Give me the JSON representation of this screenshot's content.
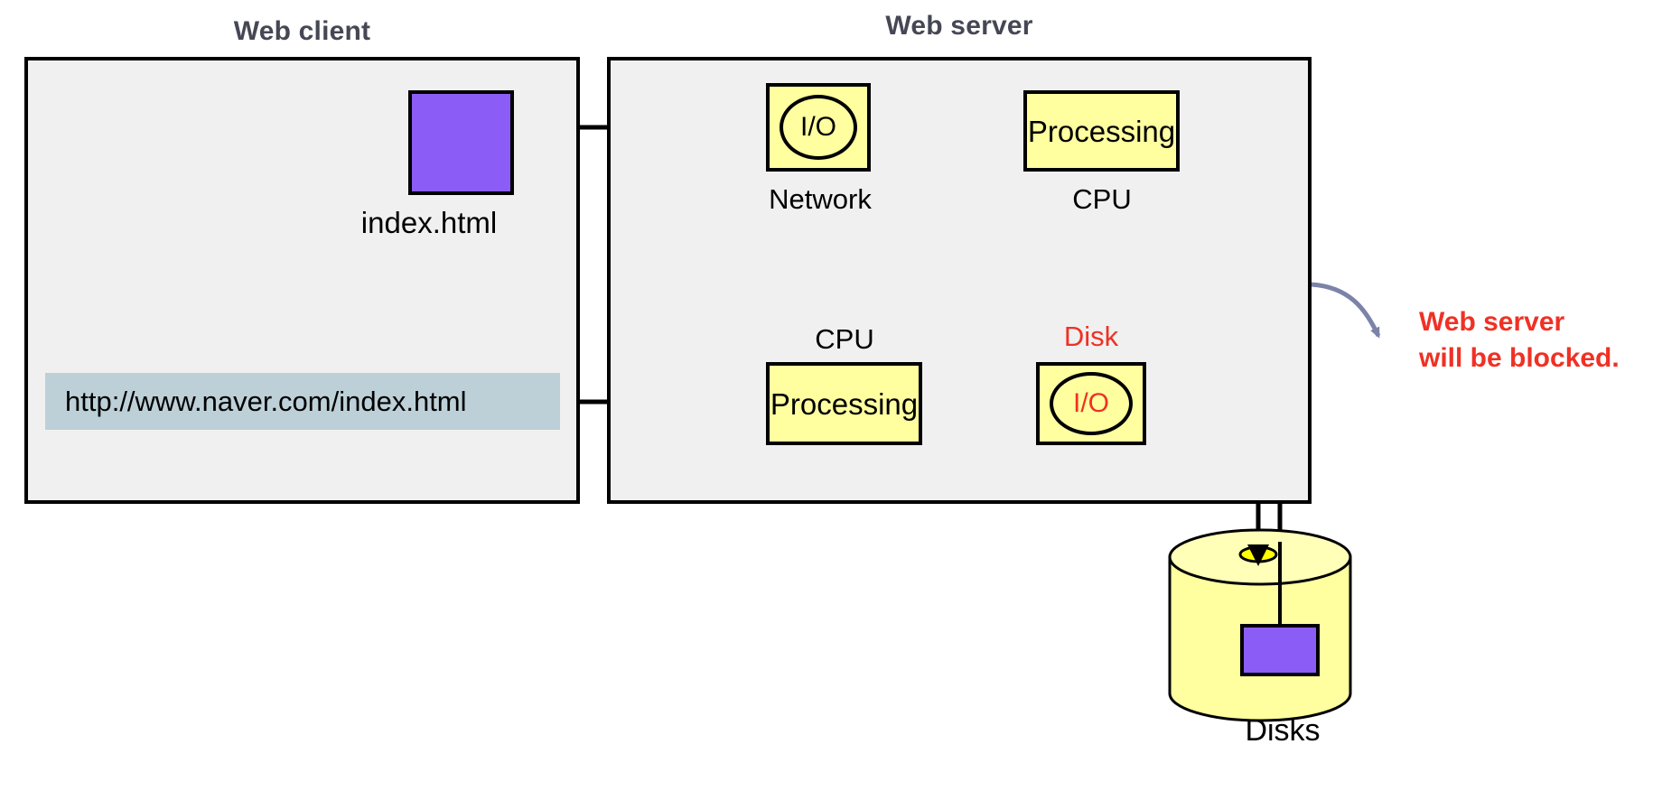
{
  "diagram": {
    "type": "flow-diagram",
    "title_client": "Web client",
    "title_server": "Web server",
    "colors": {
      "panel_fill": "#f0f0f0",
      "panel_border": "#000000",
      "component_fill": "#ffffa0",
      "file_purple": "#8b5cf6",
      "url_bar": "#bdd0d8",
      "alert_red": "#ef3124",
      "title_slate": "#454754",
      "callout_arrow": "#7b83a8"
    }
  },
  "client": {
    "title": "Web client",
    "file_label": "index.html",
    "url_value": "http://www.naver.com/index.html"
  },
  "server": {
    "title": "Web server",
    "network_box": {
      "label": "I/O",
      "caption": "Network"
    },
    "cpu_box_top": {
      "label": "Processing",
      "caption": "CPU"
    },
    "cpu_box_bottom": {
      "label": "Processing",
      "caption": "CPU"
    },
    "disk_box": {
      "label": "I/O",
      "caption": "Disk"
    },
    "storage": {
      "caption": "Disks"
    }
  },
  "callout": {
    "line1": "Web server",
    "line2": "will be blocked."
  },
  "flow": {
    "request_path": "http://www.naver.com/index.html -> CPU Processing -> Disk I/O -> Disks",
    "response_path": "Disks -> CPU Processing -> Network I/O -> index.html"
  }
}
